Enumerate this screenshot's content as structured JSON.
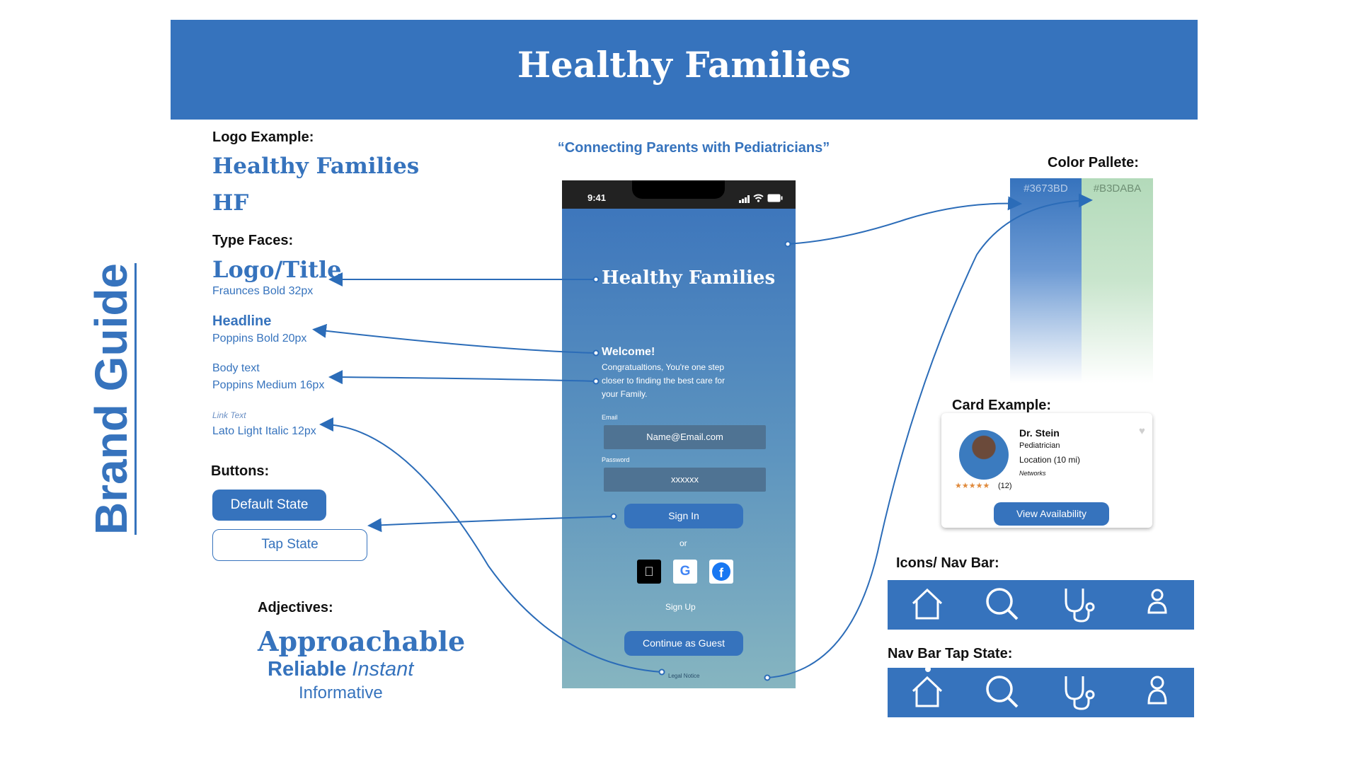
{
  "header": {
    "title": "Healthy Families"
  },
  "side_title": "Brand Guide",
  "tagline": "“Connecting Parents with Pediatricians”",
  "logo_section": {
    "label": "Logo Example:",
    "full": "Healthy Families",
    "short": "HF"
  },
  "type_faces": {
    "label": "Type Faces:",
    "logo": {
      "name": "Logo/Title",
      "desc": "Fraunces Bold 32px"
    },
    "headline": {
      "name": "Headline",
      "desc": "Poppins Bold 20px"
    },
    "body": {
      "name": "Body text",
      "desc": "Poppins Medium 16px"
    },
    "link": {
      "name": "Link Text",
      "desc": "Lato Light Italic 12px"
    }
  },
  "buttons": {
    "label": "Buttons:",
    "default": "Default State",
    "tap": "Tap State"
  },
  "adjectives": {
    "label": "Adjectives:",
    "a1": "Approachable",
    "a2": "Reliable",
    "a3": "Instant",
    "a4": "Informative"
  },
  "phone": {
    "time": "9:41",
    "title": "Healthy Families",
    "welcome": "Welcome!",
    "body_l1": "Congratualtions, You're one step",
    "body_l2": "closer to finding the best care for",
    "body_l3": "your Family.",
    "email_label": "Email",
    "email_value": "Name@Email.com",
    "password_label": "Password",
    "password_value": "xxxxxx",
    "sign_in": "Sign In",
    "or": "or",
    "sign_up": "Sign Up",
    "guest": "Continue as Guest",
    "legal": "Legal Notice"
  },
  "palette": {
    "label": "Color Pallete:",
    "primary": "#3673BD",
    "secondary": "#B3DABA"
  },
  "card": {
    "label": "Card Example:",
    "name": "Dr. Stein",
    "specialty": "Pediatrician",
    "location": "Location (10 mi)",
    "networks": "Networks",
    "rating_count": "(12)",
    "rating_stars": 5,
    "button": "View Availability"
  },
  "icons_label": "Icons/ Nav Bar:",
  "nav_tap_label": "Nav Bar Tap State:",
  "nav_icons": [
    "home-icon",
    "search-icon",
    "stethoscope-icon",
    "profile-icon"
  ]
}
